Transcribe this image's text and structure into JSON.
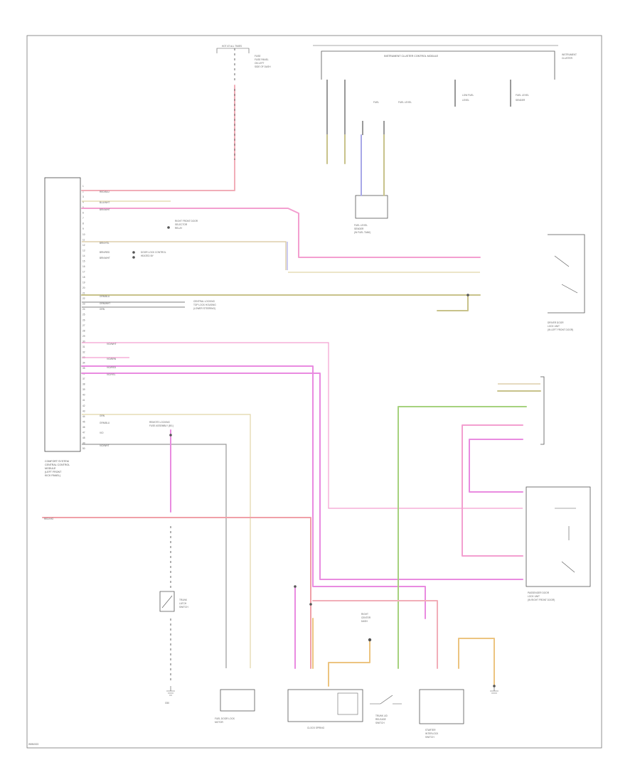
{
  "page": {
    "footer_code": "W8N0023"
  },
  "colors": {
    "pink": "#f39fd0",
    "pink_red": "#f1aeb8",
    "red": "#f0a0a8",
    "magenta": "#e98be0",
    "tan": "#e1d5a8",
    "brown": "#d6c49a",
    "orange": "#ecc480",
    "green": "#a6d27e",
    "blue": "#a8a8e8",
    "gray": "#9a9a9a",
    "olive": "#c8c28a"
  },
  "components": {
    "gateway": {
      "label_lines": [
        "COMFORT SYSTEM",
        "CENTRAL CONTROL",
        "MODULE",
        "(LEFT FRONT",
        "KICK PANEL)"
      ]
    },
    "instrument_cluster": {
      "title": "INSTRUMENT CLUSTER CONTROL MODULE",
      "side_label": [
        "INSTRUMENT",
        "CLUSTER"
      ],
      "bottom_labels": [
        "FUEL",
        "FUEL LEVEL",
        "LOW FUEL",
        "LEVEL",
        "FUEL LEVEL",
        "SENDER"
      ]
    },
    "fuel_sender": {
      "label_lines": [
        "FUEL LEVEL",
        "SENDER",
        "(IN FUEL TANK)"
      ]
    },
    "top_connector": {
      "label_lines": [
        "HOT AT ALL TIMES",
        "FUSE",
        "FUSE PANEL",
        "ON LEFT",
        "SIDE OF DASH"
      ]
    },
    "driver_lock": {
      "label_lines": [
        "DRIVER DOOR",
        "LOCK UNIT",
        "(IN LEFT FRONT DOOR)"
      ]
    },
    "passenger_lock": {
      "label_lines": [
        "PASSENGER DOOR",
        "LOCK UNIT",
        "(IN RIGHT FRONT DOOR)"
      ]
    },
    "blower": {
      "label": "CLOCK SPRING"
    },
    "rear_lid": {
      "label_lines": [
        "TRUNK LID",
        "RELEASE",
        "SWITCH"
      ]
    },
    "starter": {
      "label_lines": [
        "STARTER",
        "INTERLOCK",
        "SWITCH"
      ]
    },
    "fuel_door": {
      "label_lines": [
        "FUEL DOOR LOCK",
        "MOTOR"
      ]
    },
    "ground_label": "G50"
  },
  "wire_labels": {
    "gw_top": [
      "RED/BLU",
      "BLU/WHT",
      "BRN/WHT"
    ],
    "gw_mid": [
      "BRN/YEL",
      "BRN/RED",
      "BRN/WHT"
    ],
    "gw_green": [
      "GRN/BLU",
      "GRN/WHT",
      "GRN"
    ],
    "gw_lower": [
      "VIO/WHT",
      "VIO/BRN",
      "VIO/RED",
      "VIO/YEL"
    ],
    "gw_bottom": [
      "GRN",
      "GRN/BLU",
      "VIO",
      "VIO/WHT"
    ],
    "red_left": "RED/VIO"
  },
  "callouts": {
    "right_front_door": [
      "RIGHT FRONT DOOR",
      "SELECTOR",
      "RELAY"
    ],
    "door_lock": [
      "DOOR LOCK CONTROL",
      "HEATED BY"
    ],
    "central_locking": [
      "CENTRAL LOCKING",
      "TOP LOCK HOUSING",
      "(LOWER STEERING)"
    ],
    "trunk": [
      "TRUNK",
      "LATCH",
      "SWITCH"
    ],
    "dash_top": [
      "RIGHT",
      "CENTER",
      "DASH"
    ],
    "fuse_bot": [
      "REMOTE LOCKING",
      "FUSE ASSEMBLY (B/1)"
    ]
  },
  "pins": [
    "1",
    "2",
    "3",
    "4",
    "5",
    "6",
    "7",
    "8",
    "9",
    "10",
    "11",
    "12",
    "13",
    "14",
    "15",
    "16",
    "17",
    "18",
    "19",
    "20",
    "21",
    "22",
    "23",
    "24",
    "25",
    "26",
    "27",
    "28",
    "29",
    "30",
    "31",
    "32",
    "33",
    "34",
    "35",
    "36",
    "37",
    "38",
    "39",
    "40",
    "41",
    "42",
    "43",
    "44",
    "45",
    "46",
    "47",
    "48",
    "49",
    "50"
  ]
}
